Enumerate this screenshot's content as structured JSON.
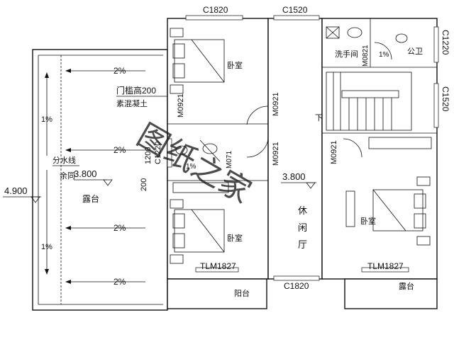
{
  "windows": {
    "top_left": "C1820",
    "top_mid": "C1520",
    "right_upper": "C1220",
    "right_lower": "C1520",
    "bottom_mid": "C1820",
    "small_left": "C1220"
  },
  "doors": {
    "bath_door": "M0821",
    "bedroom_tl_door": "M0921",
    "hall_door_upper": "M0921",
    "hall_door_lower": "M0921",
    "right_door": "M0921",
    "small_door": "M071",
    "sliding_left": "TLM1827",
    "sliding_right": "TLM1827"
  },
  "rooms": {
    "bedroom": "卧室",
    "public_toilet": "公卫",
    "wash_room": "洗手间",
    "terrace": "露台",
    "balcony": "阳台",
    "lounge_1": "休",
    "lounge_2": "闲",
    "lounge_3": "厅",
    "stair_down": "下"
  },
  "notes": {
    "sill_height": "门槛高200",
    "plain_concrete": "素混凝土",
    "ridge": "分水线",
    "slope_2": "2%",
    "slope_1": "1%"
  },
  "levels": {
    "main": "3.800",
    "outer": "4.900"
  },
  "dims": {
    "d1200": "1200",
    "d200": "200"
  },
  "watermark": "图纸之家"
}
